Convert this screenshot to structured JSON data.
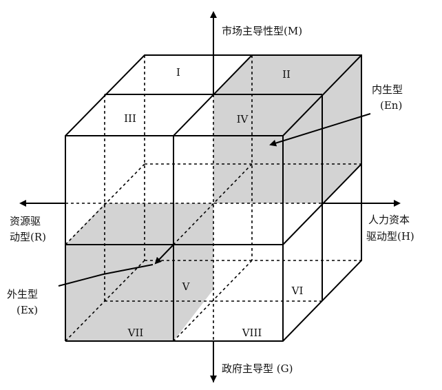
{
  "axes": {
    "up": "市场主导性型(M)",
    "down": "政府主导型 (G)",
    "left_line1": "资源驱",
    "left_line2": "动型(R)",
    "right_line1": "人力资本",
    "right_line2": "驱动型(H)"
  },
  "cells": {
    "c1": "I",
    "c2": "II",
    "c3": "III",
    "c4": "IV",
    "c5": "V",
    "c6": "VI",
    "c7": "VII",
    "c8": "VIII"
  },
  "callouts": {
    "endogenous_line1": "内生型",
    "endogenous_line2": "(En)",
    "exogenous_line1": "外生型",
    "exogenous_line2": "(Ex)"
  },
  "colors": {
    "shade": "#d3d3d3",
    "line": "#000000"
  }
}
